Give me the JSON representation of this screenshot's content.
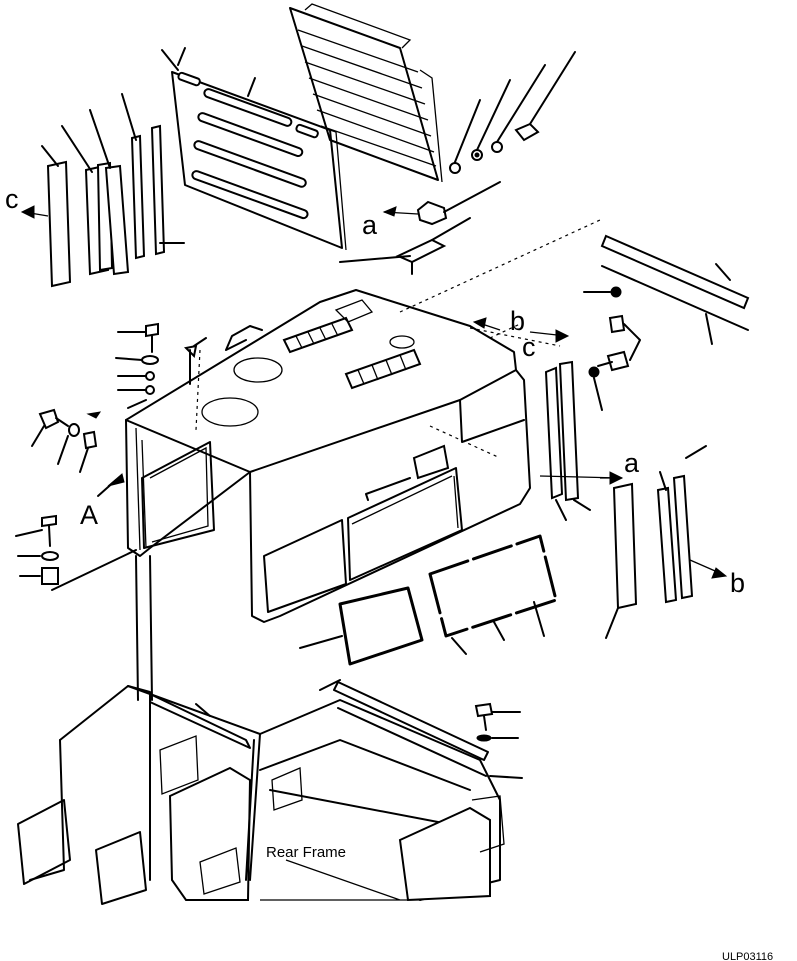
{
  "labels": {
    "c_left": "c",
    "a_top": "a",
    "b_top": "b",
    "c_top": "c",
    "a_right": "a",
    "b_right": "b",
    "view_a": "A",
    "rear_frame": "Rear Frame",
    "drawing_id": "ULP03116"
  }
}
